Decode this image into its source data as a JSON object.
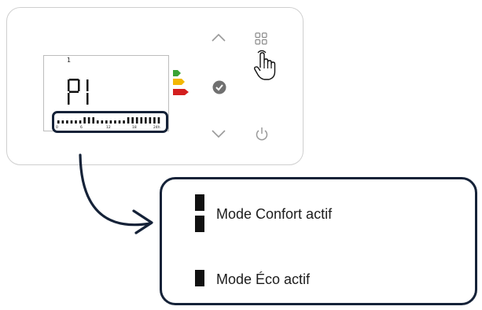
{
  "display": {
    "channel": "1",
    "program": "P1",
    "timeline_ticks": [
      "0",
      "6",
      "12",
      "18",
      "24h"
    ],
    "timeline_bars": [
      0,
      0,
      0,
      0,
      0,
      0,
      1,
      1,
      1,
      0,
      0,
      0,
      0,
      0,
      0,
      0,
      1,
      1,
      1,
      1,
      1,
      1,
      1,
      1
    ]
  },
  "energy_levels": [
    {
      "name": "green",
      "color": "#3aa335"
    },
    {
      "name": "yellow",
      "color": "#f2b705"
    },
    {
      "name": "red",
      "color": "#d31f1f"
    }
  ],
  "controls": {
    "up": "chevron-up-icon",
    "ok": "check-circle-icon",
    "down": "chevron-down-icon",
    "menu": "menu-grid-icon",
    "power": "power-icon",
    "hand": "hand-pointer-icon"
  },
  "legend": {
    "comfort_label": "Mode Confort actif",
    "eco_label": "Mode Éco actif"
  },
  "colors": {
    "frame": "#152238",
    "icon_gray": "#9a9a9a",
    "check_gray": "#707070"
  }
}
